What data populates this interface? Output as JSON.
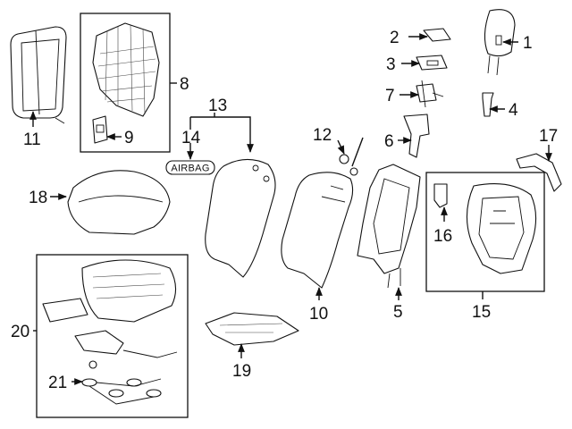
{
  "callouts": {
    "c1": "1",
    "c2": "2",
    "c3": "3",
    "c4": "4",
    "c5": "5",
    "c6": "6",
    "c7": "7",
    "c8": "8",
    "c9": "9",
    "c10": "10",
    "c11": "11",
    "c12": "12",
    "c13": "13",
    "c14": "14",
    "c15": "15",
    "c16": "16",
    "c17": "17",
    "c18": "18",
    "c19": "19",
    "c20": "20",
    "c21": "21"
  },
  "airbag_tag": "AIRBAG"
}
